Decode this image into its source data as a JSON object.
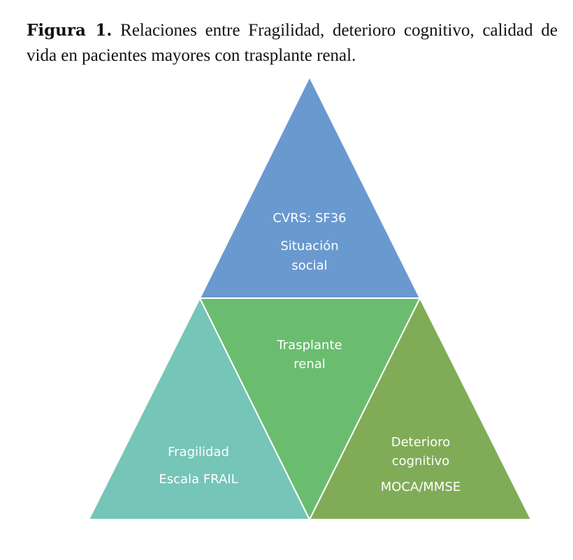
{
  "caption": {
    "label": "Figura 1.",
    "text": " Relaciones entre Fragilidad, deterioro cognitivo, calidad de vida en pacientes mayores con trasplante renal."
  },
  "diagram": {
    "type": "triangle-pyramid",
    "segments": [
      {
        "id": "top",
        "color": "#6a99d0",
        "lines": [
          "CVRS: SF36",
          "Situación",
          "social"
        ]
      },
      {
        "id": "center",
        "color": "#6abd6e",
        "lines": [
          "Trasplante",
          "renal"
        ]
      },
      {
        "id": "left",
        "color": "#75c5b8",
        "lines": [
          "Fragilidad",
          "Escala FRAIL"
        ]
      },
      {
        "id": "right",
        "color": "#81ac57",
        "lines": [
          "Deterioro",
          "cognitivo",
          "MOCA/MMSE"
        ]
      }
    ]
  }
}
